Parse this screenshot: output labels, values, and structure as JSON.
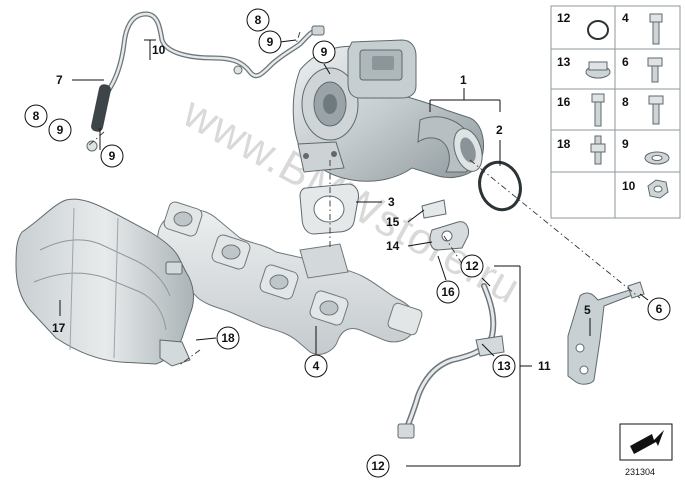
{
  "callouts": [
    {
      "id": "c1",
      "label": "1"
    },
    {
      "id": "c2",
      "label": "2"
    },
    {
      "id": "c3",
      "label": "3"
    },
    {
      "id": "c4",
      "label": "4"
    },
    {
      "id": "c5",
      "label": "5"
    },
    {
      "id": "c6",
      "label": "6"
    },
    {
      "id": "c7",
      "label": "7"
    },
    {
      "id": "c8a",
      "label": "8"
    },
    {
      "id": "c8b",
      "label": "8"
    },
    {
      "id": "c9a",
      "label": "9"
    },
    {
      "id": "c9b",
      "label": "9"
    },
    {
      "id": "c9c",
      "label": "9"
    },
    {
      "id": "c9d",
      "label": "9"
    },
    {
      "id": "c10",
      "label": "10"
    },
    {
      "id": "c11",
      "label": "11"
    },
    {
      "id": "c12a",
      "label": "12"
    },
    {
      "id": "c12b",
      "label": "12"
    },
    {
      "id": "c13",
      "label": "13"
    },
    {
      "id": "c14",
      "label": "14"
    },
    {
      "id": "c15",
      "label": "15"
    },
    {
      "id": "c16",
      "label": "16"
    },
    {
      "id": "c17",
      "label": "17"
    },
    {
      "id": "c18",
      "label": "18"
    }
  ],
  "legend": {
    "items": [
      {
        "label": "12",
        "icon": "o-ring-seal-icon"
      },
      {
        "label": "4",
        "icon": "stud-bolt-icon"
      },
      {
        "label": "13",
        "icon": "flange-nut-icon"
      },
      {
        "label": "6",
        "icon": "hex-bolt-icon"
      },
      {
        "label": "16",
        "icon": "banjo-bolt-icon"
      },
      {
        "label": "8",
        "icon": "banjo-bolt-short-icon"
      },
      {
        "label": "18",
        "icon": "sensor-bolt-icon"
      },
      {
        "label": "9",
        "icon": "sealing-washer-icon"
      },
      {
        "label": "10",
        "icon": "hex-nut-icon"
      }
    ]
  },
  "watermark": "www.BMWstore.ru",
  "drawing_number": "231304",
  "colors": {
    "metal_light": "#dfe3e4",
    "metal_mid": "#b9c1c4",
    "metal_dark": "#7c878b",
    "manifold": "#d8dcdd",
    "outline": "#5e6a6e"
  }
}
